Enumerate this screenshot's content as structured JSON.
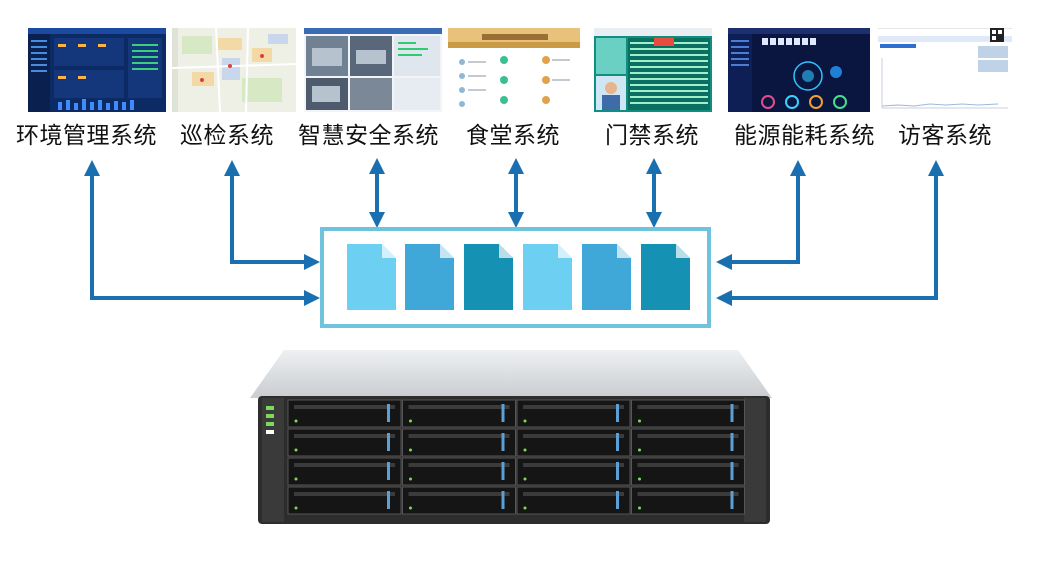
{
  "systems": [
    {
      "label": "环境管理系统"
    },
    {
      "label": "巡检系统"
    },
    {
      "label": "智慧安全系统"
    },
    {
      "label": "食堂系统"
    },
    {
      "label": "门禁系统"
    },
    {
      "label": "能源能耗系统"
    },
    {
      "label": "访客系统"
    }
  ],
  "colors": {
    "arrow": "#1a6fb0",
    "storage_box_border": "#6fc3dd",
    "file_light": "#6dd0f2",
    "file_mid": "#3fa8d8",
    "file_dark": "#1592b3",
    "env_screen": "#0c2a63",
    "energy_screen": "#0a1640",
    "access_screen": "#0f8f7f",
    "server_body": "#2d2d2d"
  },
  "icons": {
    "files": "document-icon",
    "server": "storage-server-icon"
  }
}
